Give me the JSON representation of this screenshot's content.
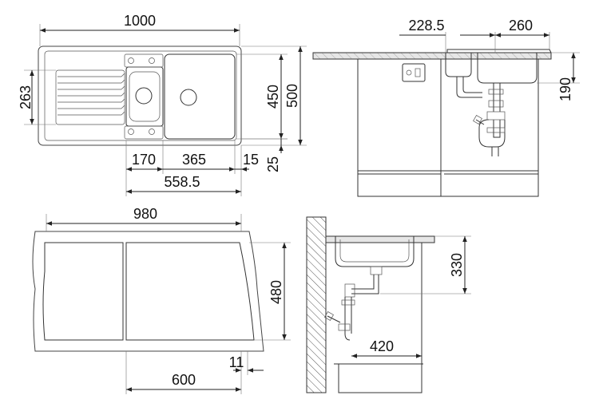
{
  "top_view": {
    "overall_width": "1000",
    "overall_depth": "500",
    "bowl_depth": "450",
    "drainer_depth": "263",
    "small_bowl_width": "170",
    "large_bowl_width": "365",
    "edge_right": "15",
    "edge_bottom": "25",
    "bowls_total_width": "558.5"
  },
  "side_view": {
    "offset": "228.5",
    "bowl_width": "260",
    "height": "190"
  },
  "cutout_view": {
    "width": "980",
    "depth": "480",
    "edge": "11",
    "center": "600"
  },
  "section_view": {
    "height": "330",
    "width": "420"
  }
}
